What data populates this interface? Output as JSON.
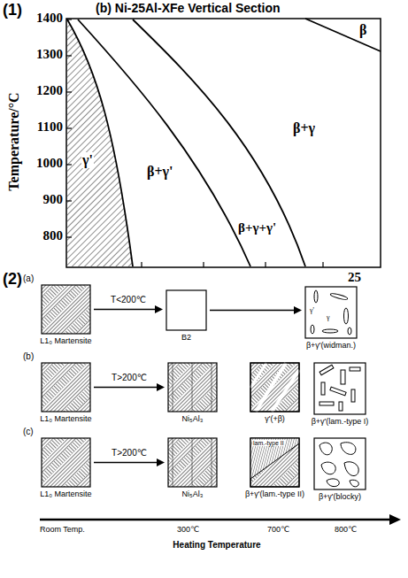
{
  "diagram": {
    "nodes": [
      {
        "text": [
          "L1₀ Martensite"
        ]
      },
      {
        "text": [
          "B2"
        ]
      },
      {
        "text": [
          "γ'",
          "γ",
          "β+γ'(widman.)"
        ]
      },
      {
        "text": [
          "L1₀ Martensite"
        ]
      },
      {
        "text": [
          "Ni₅Al₃"
        ]
      },
      {
        "text": [
          "γ'(+β)"
        ]
      },
      {
        "text": [
          "β+γ'(lam.-type I)"
        ]
      },
      {
        "text": [
          "L1₀ Martensite"
        ]
      },
      {
        "text": [
          "Ni₅Al₃"
        ]
      },
      {
        "text": [
          "lam.-type II",
          "β+γ'(lam.-type II)"
        ]
      },
      {
        "text": [
          "β+γ'(blocky)"
        ]
      }
    ],
    "edges": [
      {
        "from": 0,
        "to": 1,
        "arrow": "to",
        "label": "T<200℃"
      },
      {
        "from": 1,
        "to": 2,
        "arrow": "to"
      },
      {
        "from": 3,
        "to": 4,
        "arrow": "to",
        "label": "T>200℃"
      },
      {
        "from": 7,
        "to": 8,
        "arrow": "to",
        "label": "T>200℃"
      }
    ],
    "labels": [
      "(1)",
      "(b) Ni-25Al-XFe Vertical Section",
      "Temperature/°C",
      "1400",
      "1300",
      "1200",
      "1100",
      "1000",
      "900",
      "800",
      "γ'",
      "β+γ'",
      "β+γ+γ'",
      "β+γ",
      "β",
      "25",
      "(2)",
      "(a)",
      "(b)",
      "(c)",
      "Room Temp.",
      "300℃",
      "700℃",
      "800℃",
      "Heating Temperature"
    ]
  }
}
